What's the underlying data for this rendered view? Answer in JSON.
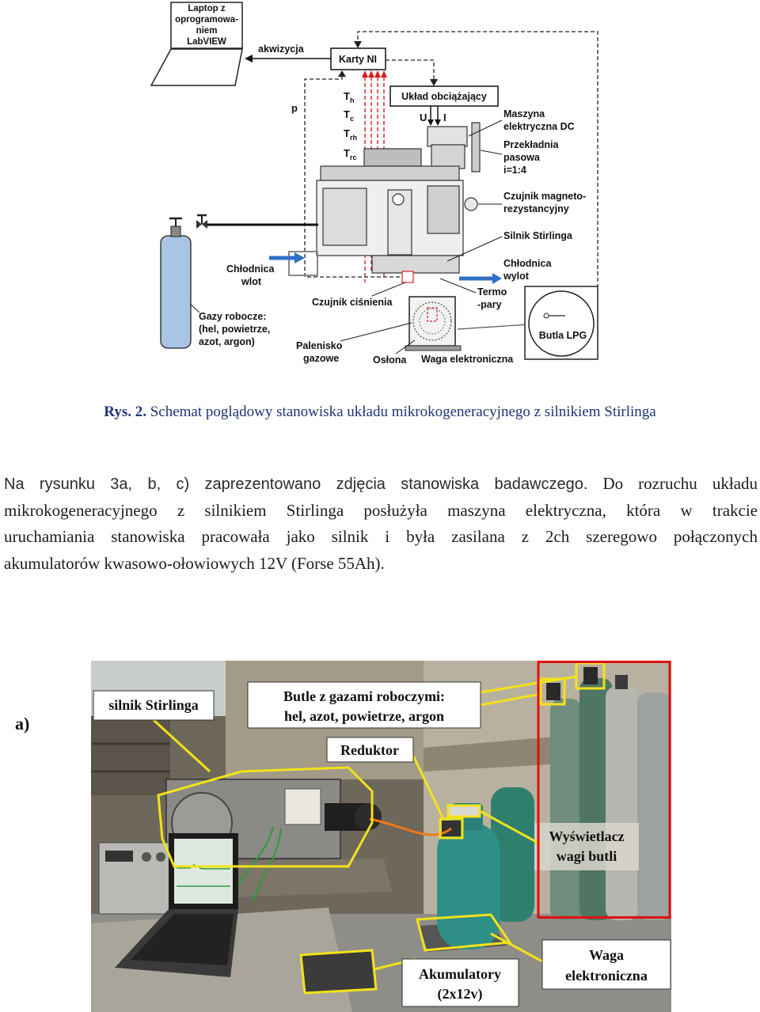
{
  "diagram": {
    "laptop": [
      "Laptop z",
      "oprogramowa-",
      "niem",
      "LabVIEW"
    ],
    "acquisition": "akwizycja",
    "ni_cards": "Karty NI",
    "pressure_signal": "p",
    "load_system": "Układ obciążający",
    "voltage": "U",
    "current": "I",
    "temperatures": [
      {
        "main": "T",
        "sub": "h"
      },
      {
        "main": "T",
        "sub": "c"
      },
      {
        "main": "T",
        "sub": "rh"
      },
      {
        "main": "T",
        "sub": "rc"
      }
    ],
    "dc_machine": [
      "Maszyna",
      "elektryczna DC"
    ],
    "belt_gear": [
      "Przekładnia",
      "pasowa",
      "i=1:4"
    ],
    "magneto_sensor": [
      "Czujnik magneto-",
      "rezystancyjny"
    ],
    "stirling_engine": "Silnik Stirlinga",
    "cooler_outlet": [
      "Chłodnica",
      "wylot"
    ],
    "cooler_inlet": [
      "Chłodnica",
      "wlot"
    ],
    "thermocouples": [
      "Termo",
      "-pary"
    ],
    "working_gases": [
      "Gazy robocze:",
      "(hel, powietrze,",
      "azot, argon)"
    ],
    "pressure_sensor": "Czujnik ciśnienia",
    "gas_burner": [
      "Palenisko",
      "gazowe"
    ],
    "shield": "Osłona",
    "scale": "Waga elektroniczna",
    "lpg_bottle": "Butla LPG",
    "colors": {
      "thermocouple_lines": "#d42020",
      "coolant_arrows": "#2f6fc4",
      "gas_cylinder": "#a9c4e4"
    }
  },
  "caption": {
    "number": "Rys. 2.",
    "text": "Schemat poglądowy stanowiska układu mikrokogeneracyjnego z silnikiem Stirlinga",
    "color": "#1f3475"
  },
  "body": {
    "line1_a": "Na rysunku 3a, b, c) zaprezentowano zdjęcia stanowiska badawczego.",
    "line1_b": "Do rozruchu układu",
    "line2": "mikrokogeneracyjnego z silnikiem Stirlinga posłużyła maszyna elektryczna, która w trakcie",
    "line3": "uruchamiania stanowiska pracowała jako silnik i była zasilana z 2ch szeregowo połączonych",
    "line4": "akumulatorów kwasowo-ołowiowych 12V (Forse 55Ah)."
  },
  "photo": {
    "panel_label": "a)",
    "labels": {
      "stirling": "silnik Stirlinga",
      "cylinders": [
        "Butle z gazami roboczymi:",
        "hel, azot, powietrze, argon"
      ],
      "reducer": "Reduktor",
      "display": [
        "Wyświetlacz",
        "wagi butli"
      ],
      "scale": [
        "Waga",
        "elektroniczna"
      ],
      "batteries": [
        "Akumulatory",
        "(2x12v)"
      ]
    },
    "colors": {
      "highlight": "#f2e21a",
      "frame": "#e01010"
    }
  }
}
